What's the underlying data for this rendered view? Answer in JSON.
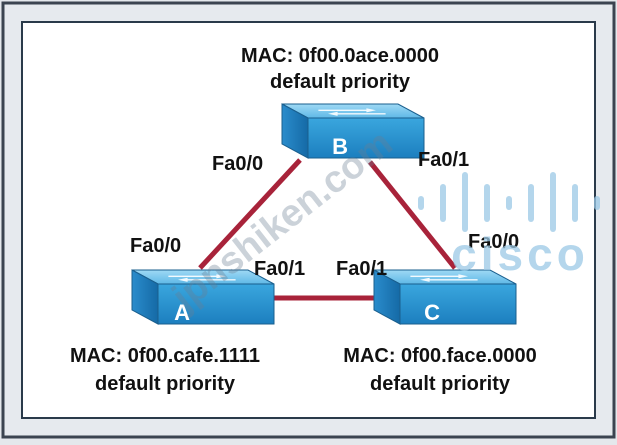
{
  "switch_b": {
    "label": "B",
    "mac": "MAC: 0f00.0ace.0000",
    "priority": "default priority",
    "port_left": "Fa0/0",
    "port_right": "Fa0/1"
  },
  "switch_a": {
    "label": "A",
    "mac": "MAC: 0f00.cafe.1111",
    "priority": "default priority",
    "port_top": "Fa0/0",
    "port_right": "Fa0/1"
  },
  "switch_c": {
    "label": "C",
    "mac": "MAC: 0f00.face.0000",
    "priority": "default priority",
    "port_top": "Fa0/0",
    "port_left": "Fa0/1"
  },
  "watermark": {
    "site": "jpnshiken.com",
    "brand": "cisco"
  },
  "colors": {
    "link": "#a8233a",
    "switch_top": "#6ec3ea",
    "switch_side": "#1d86c4",
    "switch_front": "#2f9bd6",
    "border": "#2a3a4a",
    "cisco_logo": "#9cc9e6"
  }
}
